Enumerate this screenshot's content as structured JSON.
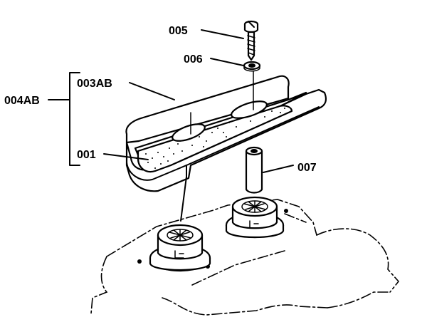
{
  "labels": {
    "part_005": "005",
    "part_006": "006",
    "part_003ab": "003AB",
    "part_004ab": "004AB",
    "part_001": "001",
    "part_007": "007"
  },
  "colors": {
    "ink": "#000000",
    "paper": "#ffffff"
  }
}
